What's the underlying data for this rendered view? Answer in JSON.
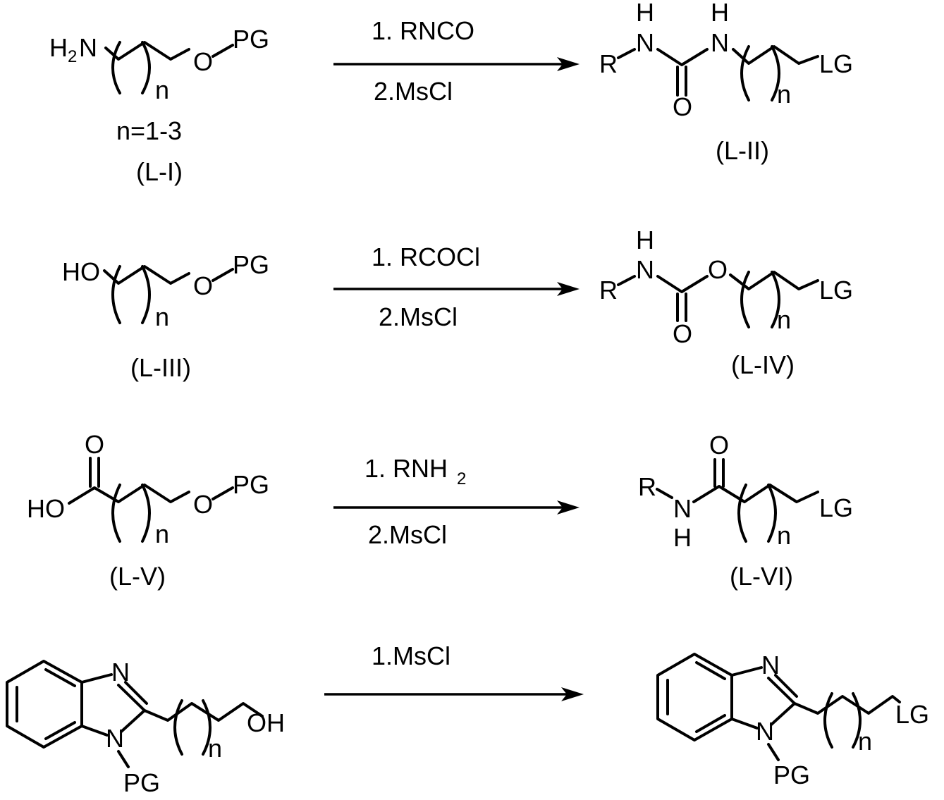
{
  "scheme": {
    "rows": [
      {
        "reactant": {
          "label": "(L-I)",
          "condition": "n=1-3"
        },
        "reagents": [
          "1. RNCO",
          "2.MsCl"
        ],
        "product": {
          "label": "(L-II)"
        }
      },
      {
        "reactant": {
          "label": "(L-III)"
        },
        "reagents": [
          "1. RCOCl",
          "2.MsCl"
        ],
        "product": {
          "label": "(L-IV)"
        }
      },
      {
        "reactant": {
          "label": "(L-V)"
        },
        "reagents": [
          "1. RNH",
          "2.MsCl"
        ],
        "reagent_sub": "2",
        "product": {
          "label": "(L-VI)"
        }
      },
      {
        "reagents": [
          "1.MsCl"
        ]
      }
    ],
    "atoms": {
      "H2N": "H",
      "N": "N",
      "two": "2",
      "O": "O",
      "PG": "PG",
      "n": "n",
      "R": "R",
      "H": "H",
      "LG": "LG",
      "HO": "HO",
      "OH": "OH"
    }
  }
}
